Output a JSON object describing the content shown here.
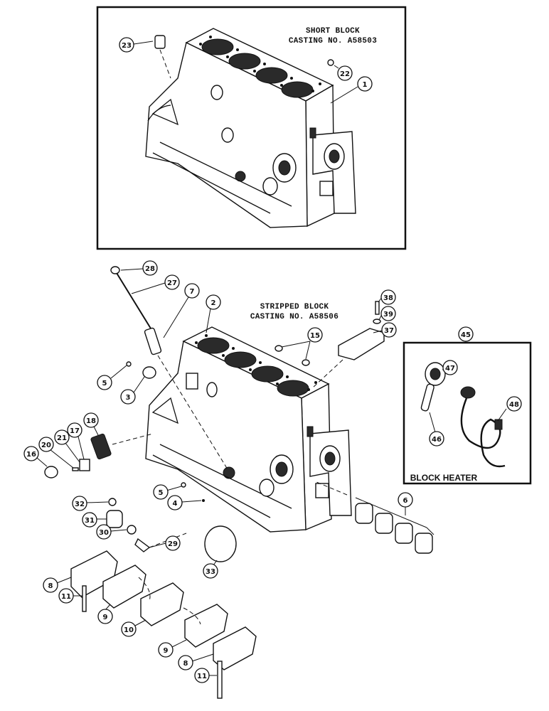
{
  "short_block": {
    "title_line1": "SHORT BLOCK",
    "title_line2": "CASTING NO. A58503"
  },
  "stripped_block": {
    "title_line1": "STRIPPED BLOCK",
    "title_line2": "CASTING NO. A58506"
  },
  "block_heater": {
    "title": "BLOCK HEATER"
  },
  "callouts": {
    "c1": "1",
    "c2": "2",
    "c3": "3",
    "c4": "4",
    "c5a": "5",
    "c5b": "5",
    "c6": "6",
    "c7": "7",
    "c8a": "8",
    "c8b": "8",
    "c9a": "9",
    "c9b": "9",
    "c10": "10",
    "c11a": "11",
    "c11b": "11",
    "c15": "15",
    "c16": "16",
    "c17": "17",
    "c18": "18",
    "c20": "20",
    "c21": "21",
    "c22": "22",
    "c23": "23",
    "c27": "27",
    "c28": "28",
    "c29": "29",
    "c30": "30",
    "c31": "31",
    "c32": "32",
    "c33": "33",
    "c37": "37",
    "c38": "38",
    "c39": "39",
    "c45": "45",
    "c46": "46",
    "c47": "47",
    "c48": "48"
  }
}
